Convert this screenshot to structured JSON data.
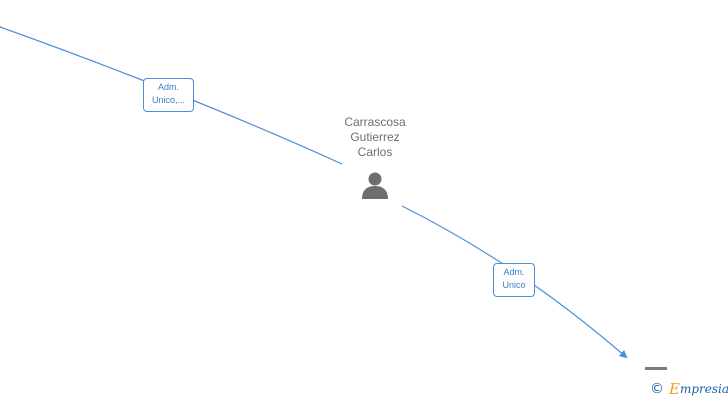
{
  "diagram": {
    "person": {
      "name_lines": [
        "Carrascosa",
        "Gutierrez",
        "Carlos"
      ]
    },
    "relations": [
      {
        "label_lines": [
          "Adm.",
          "Unico,..."
        ]
      },
      {
        "label_lines": [
          "Adm.",
          "Unico"
        ]
      }
    ],
    "colors": {
      "edge": "#4a90d9",
      "label_text": "#3a7fc8",
      "person_icon": "#6e6e6e",
      "person_text": "#6e6e6e"
    }
  },
  "watermark": {
    "copyright_symbol": "©",
    "brand_first_letter": "E",
    "brand_rest": "mpresia"
  }
}
